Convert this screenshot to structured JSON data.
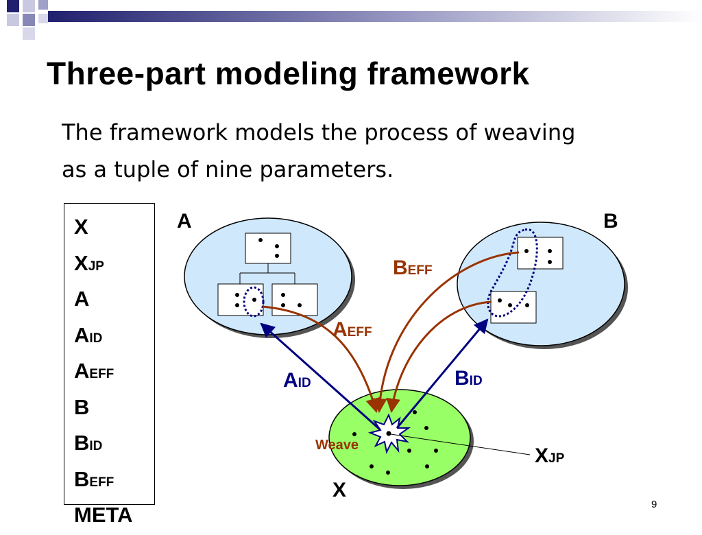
{
  "slide": {
    "title": "Three-part modeling framework",
    "subtitle": "The framework models the process of weaving as a tuple of nine parameters.",
    "page_number": "9"
  },
  "parameters": [
    {
      "main": "X",
      "sub": ""
    },
    {
      "main": "X",
      "sub": "JP"
    },
    {
      "main": "A",
      "sub": ""
    },
    {
      "main": "A",
      "sub": "ID"
    },
    {
      "main": "A",
      "sub": "EFF"
    },
    {
      "main": "B",
      "sub": ""
    },
    {
      "main": "B",
      "sub": "ID"
    },
    {
      "main": "B",
      "sub": "EFF"
    },
    {
      "main": "META",
      "sub": ""
    }
  ],
  "diagram": {
    "label_a": "A",
    "label_b": "B",
    "label_x": "X",
    "weave": "Weave",
    "a_id": {
      "main": "A",
      "sub": "ID"
    },
    "a_eff": {
      "main": "A",
      "sub": "EFF"
    },
    "b_id": {
      "main": "B",
      "sub": "ID"
    },
    "b_eff": {
      "main": "B",
      "sub": "EFF"
    },
    "x_jp": {
      "main": "X",
      "sub": "JP"
    }
  },
  "colors": {
    "blue_ellipse": "#d0e8fb",
    "green_ellipse": "#99ff66",
    "id_arrow": "#000080",
    "eff_arrow": "#993300",
    "deco_navy": "#20206e"
  }
}
